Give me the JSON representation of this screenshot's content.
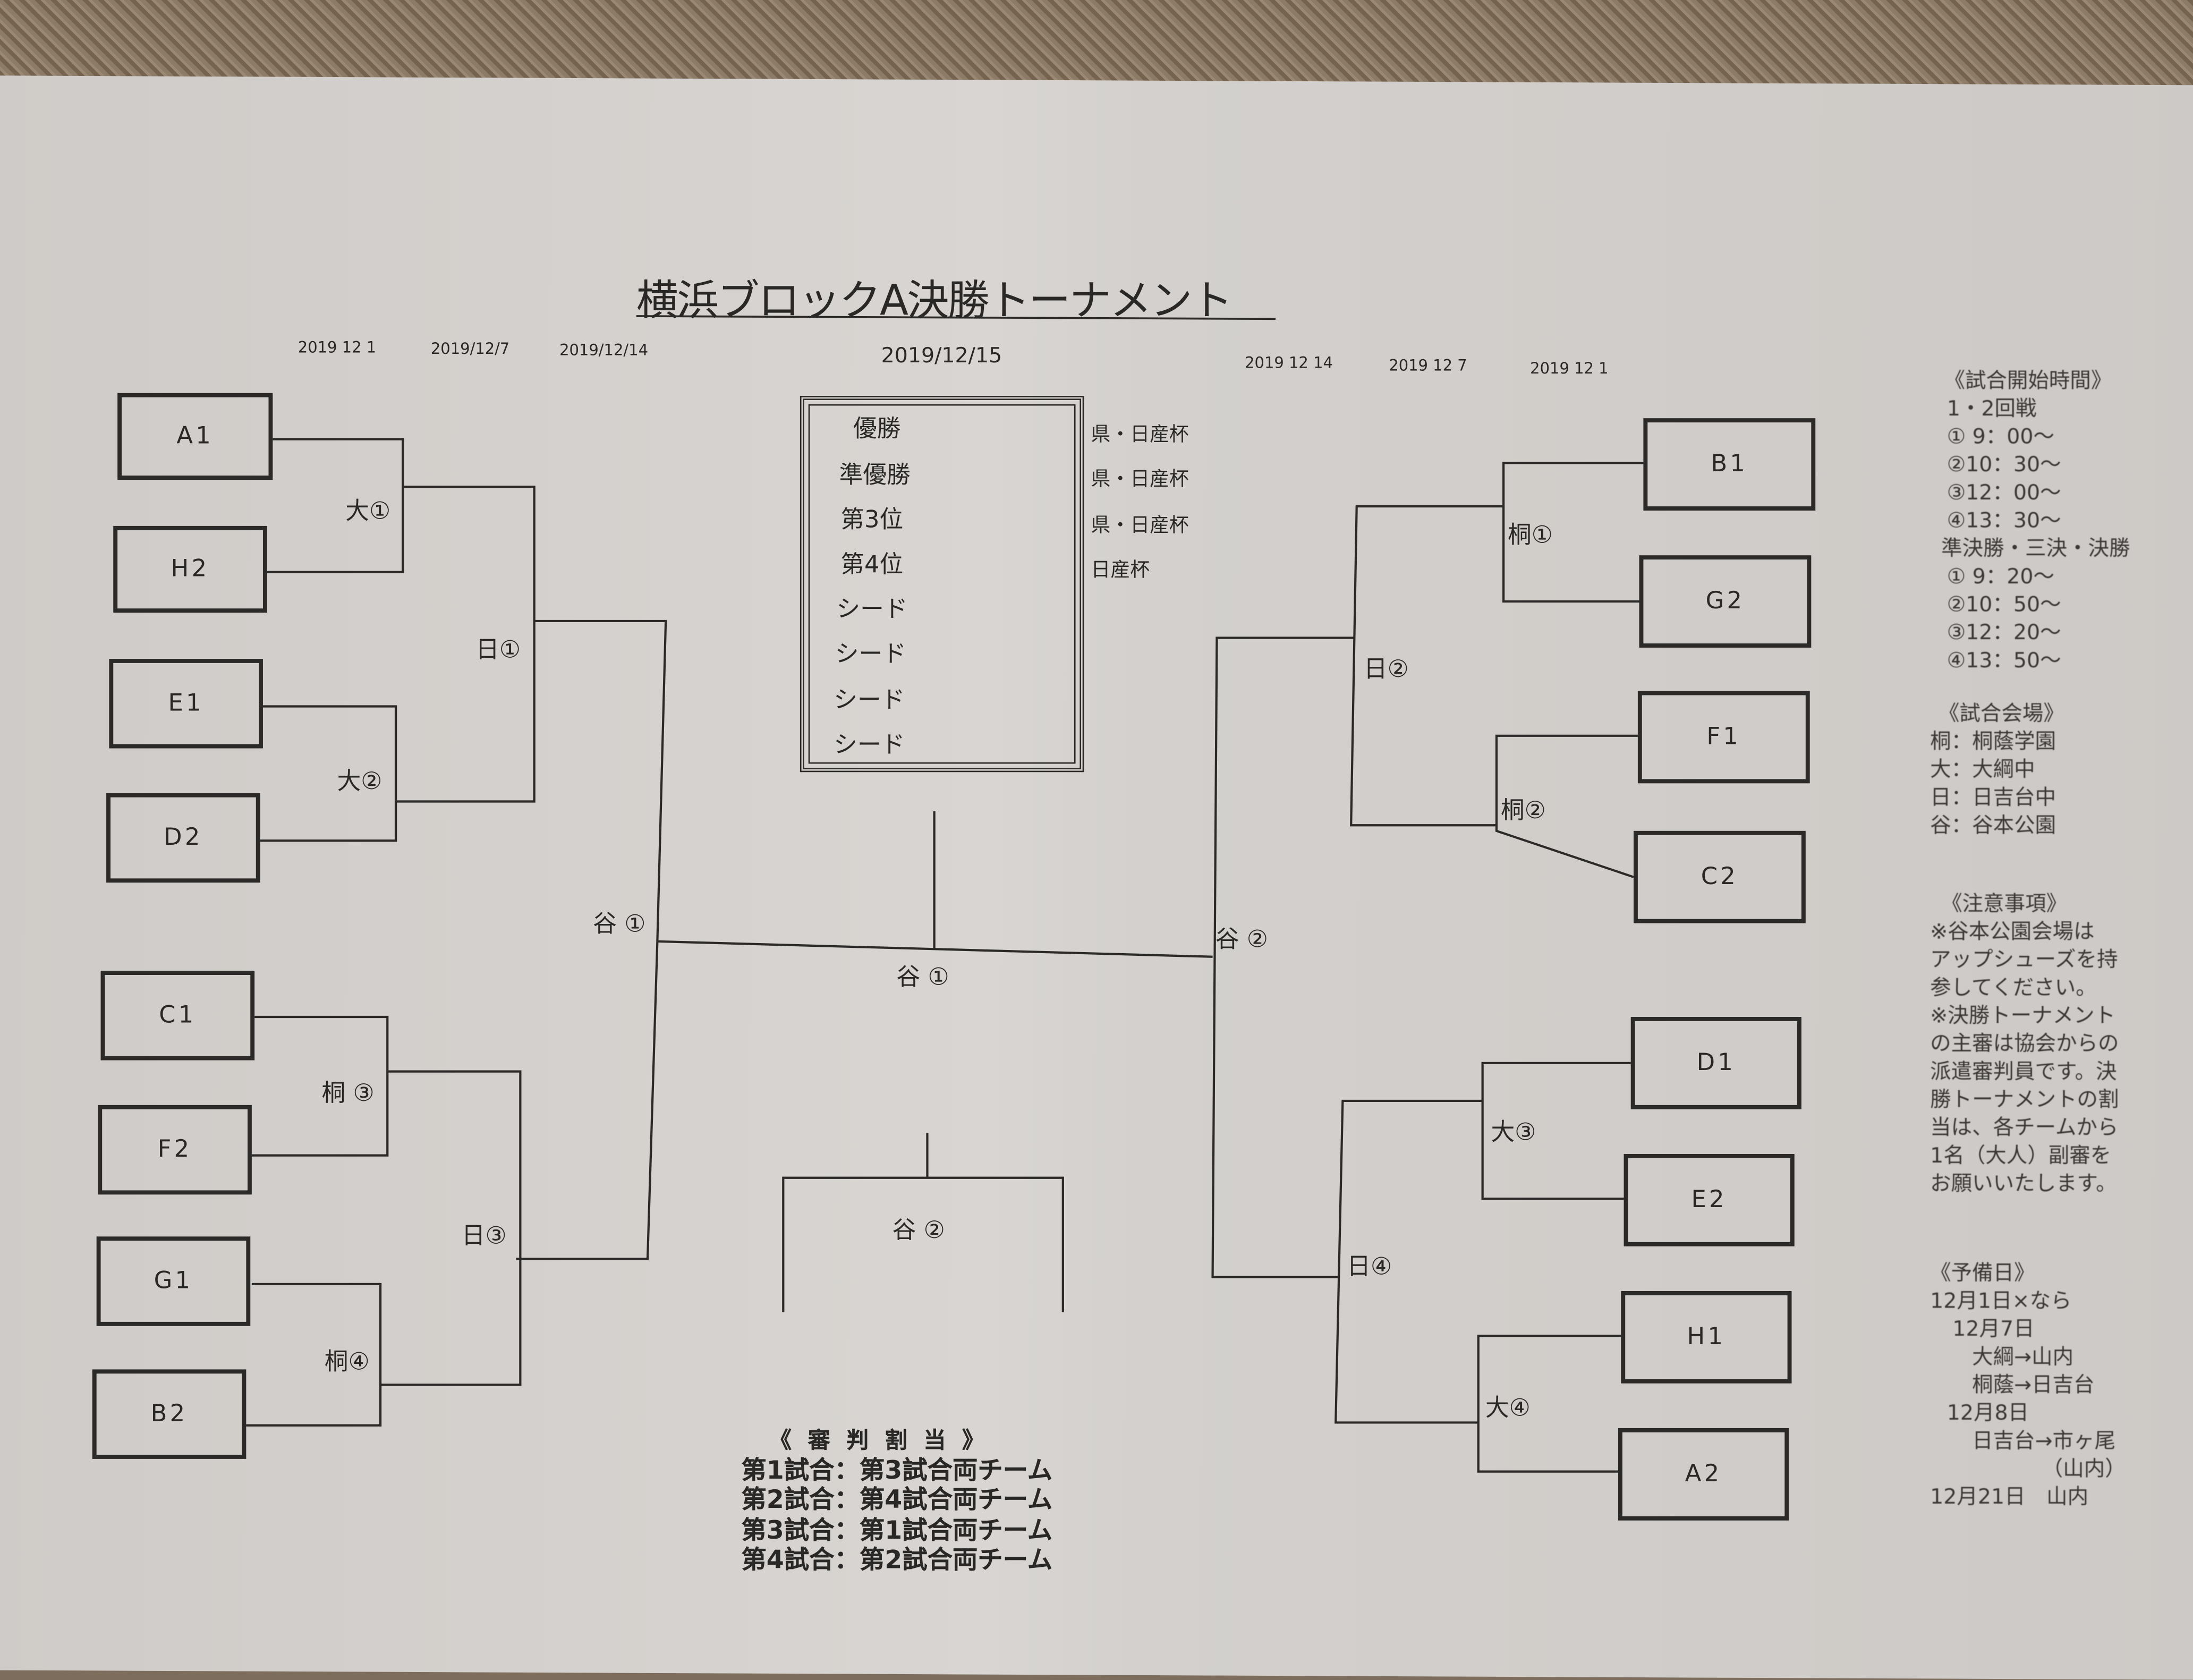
{
  "title": "横浜ブロックA決勝トーナメント",
  "dates": {
    "left": [
      "2019 12 1",
      "2019/12/7",
      "2019/12/14"
    ],
    "final": "2019/12/15",
    "right": [
      "2019 12 14",
      "2019 12 7",
      "2019 12 1"
    ]
  },
  "left_teams": [
    "A1",
    "H2",
    "E1",
    "D2",
    "C1",
    "F2",
    "G1",
    "B2"
  ],
  "right_teams": [
    "B1",
    "G2",
    "F1",
    "C2",
    "D1",
    "E2",
    "H1",
    "A2"
  ],
  "left_matches": {
    "r1": [
      "大①",
      "大②",
      "桐 ③",
      "桐④"
    ],
    "r2": [
      "日①",
      "日③"
    ],
    "semi": "谷 ①"
  },
  "right_matches": {
    "r1": [
      "桐①",
      "桐②",
      "大③",
      "大④"
    ],
    "r2": [
      "日②",
      "日④"
    ],
    "semi": "谷 ②"
  },
  "final_match": "谷 ①",
  "third_place_match": "谷 ②",
  "results_box": {
    "places": [
      "優勝",
      "準優勝",
      "第3位",
      "第4位",
      "シード",
      "シード",
      "シード",
      "シード"
    ],
    "awards": [
      "県・日産杯",
      "県・日産杯",
      "県・日産杯",
      "日産杯"
    ]
  },
  "referees": {
    "title": "《 審 判 割 当 》",
    "lines": [
      "第1試合：第3試合両チーム",
      "第2試合：第4試合両チーム",
      "第3試合：第1試合両チーム",
      "第4試合：第2試合両チーム"
    ]
  },
  "notes": {
    "start_times_title": "《試合開始時間》",
    "start_times": [
      "1・2回戦",
      "① 9：00～",
      "②10：30～",
      "③12：00～",
      "④13：30～",
      "準決勝・三決・決勝",
      "① 9：20～",
      "②10：50～",
      "③12：20～",
      "④13：50～"
    ],
    "venues_title": "《試合会場》",
    "venues": [
      "桐：桐蔭学園",
      "大：大綱中",
      "日：日吉台中",
      "谷：谷本公園"
    ],
    "cautions_title": "《注意事項》",
    "cautions": [
      "※谷本公園会場は",
      "アップシューズを持",
      "参してください。",
      "※決勝トーナメント",
      "の主審は協会からの",
      "派遣審判員です。決",
      "勝トーナメントの割",
      "当は、各チームから",
      "1名（大人）副審を",
      "お願いいたします。"
    ],
    "reserve_title": "《予備日》",
    "reserve": [
      "12月1日×なら",
      "12月7日",
      "大綱→山内",
      "桐蔭→日吉台",
      "12月8日",
      "日吉台→市ヶ尾",
      "（山内）",
      "12月21日　山内"
    ]
  }
}
